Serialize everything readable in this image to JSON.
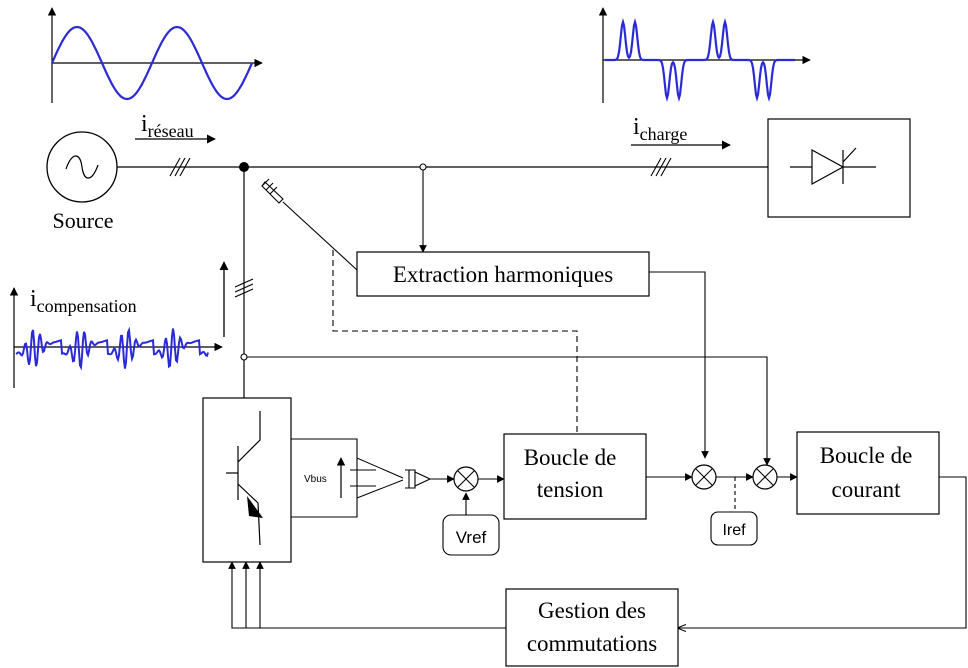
{
  "labels": {
    "source": "Source",
    "i_reseau_main": "i",
    "i_reseau_sub": "réseau",
    "i_charge_main": "i",
    "i_charge_sub": "charge",
    "i_comp_main": "i",
    "i_comp_sub": "compensation",
    "extraction": "Extraction harmoniques",
    "boucle_tension_1": "Boucle de",
    "boucle_tension_2": "tension",
    "boucle_courant_1": "Boucle de",
    "boucle_courant_2": "courant",
    "gestion_1": "Gestion des",
    "gestion_2": "commutations",
    "vref": "Vref",
    "iref": "Iref",
    "vbus": "Vbus"
  },
  "colors": {
    "waveform": "#2b2bd6",
    "line": "#000000"
  }
}
